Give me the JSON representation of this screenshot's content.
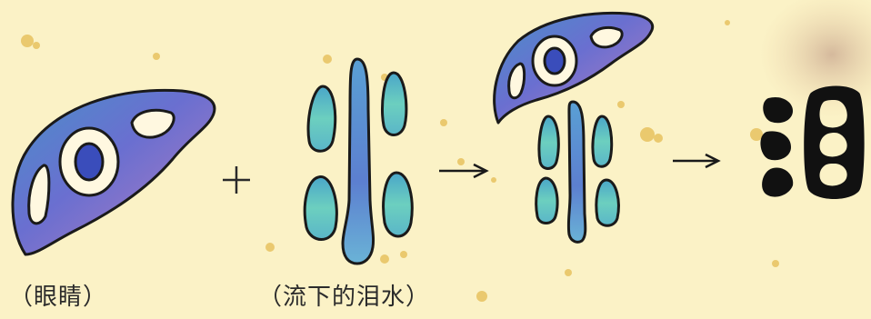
{
  "captions": {
    "eye": "（眼睛）",
    "tears": "（流下的泪水）"
  },
  "operators": {
    "plus": "+",
    "arrow": "→"
  },
  "result_character": "泪",
  "colors": {
    "background": "#fbf2c6",
    "ink": "#1a1a1a",
    "eye_blue": "#5a6fc0",
    "tear_teal": "#5fc2b8",
    "stain": "#c9a24a"
  },
  "icons": {
    "eye": "eye-pictograph-icon",
    "tears": "tears-pictograph-icon",
    "combined": "weeping-eye-pictograph-icon",
    "result": "lei-character-seal-icon"
  }
}
